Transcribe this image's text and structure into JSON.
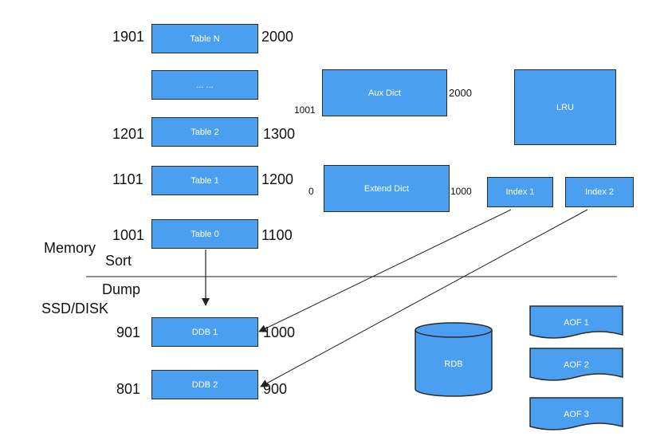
{
  "memory_tables": [
    {
      "name": "Table N",
      "start": "1901",
      "end": "2000"
    },
    {
      "name": "... ...",
      "start": "",
      "end": ""
    },
    {
      "name": "Table 2",
      "start": "1201",
      "end": "1300"
    },
    {
      "name": "Table 1",
      "start": "1101",
      "end": "1200"
    },
    {
      "name": "Table 0",
      "start": "1001",
      "end": "1100"
    }
  ],
  "aux_dict": {
    "name": "Aux Dict",
    "start": "1001",
    "end": "2000"
  },
  "extend_dict": {
    "name": "Extend Dict",
    "start": "0",
    "end": "1000"
  },
  "lru": "LRU",
  "indexes": [
    "Index 1",
    "Index 2"
  ],
  "labels": {
    "memory": "Memory",
    "sort": "Sort",
    "dump": "Dump",
    "storage": "SSD/DISK"
  },
  "disk_tables": [
    {
      "name": "DDB 1",
      "start": "901",
      "end": "1000"
    },
    {
      "name": "DDB 2",
      "start": "801",
      "end": "900"
    }
  ],
  "rdb": "RDB",
  "aof_files": [
    "AOF 1",
    "AOF 2",
    "AOF 3"
  ],
  "colors": {
    "box_fill": "#4a9ff0",
    "box_border": "#2b2b2b",
    "text_on_box": "#ffffff",
    "line": "#222222"
  }
}
